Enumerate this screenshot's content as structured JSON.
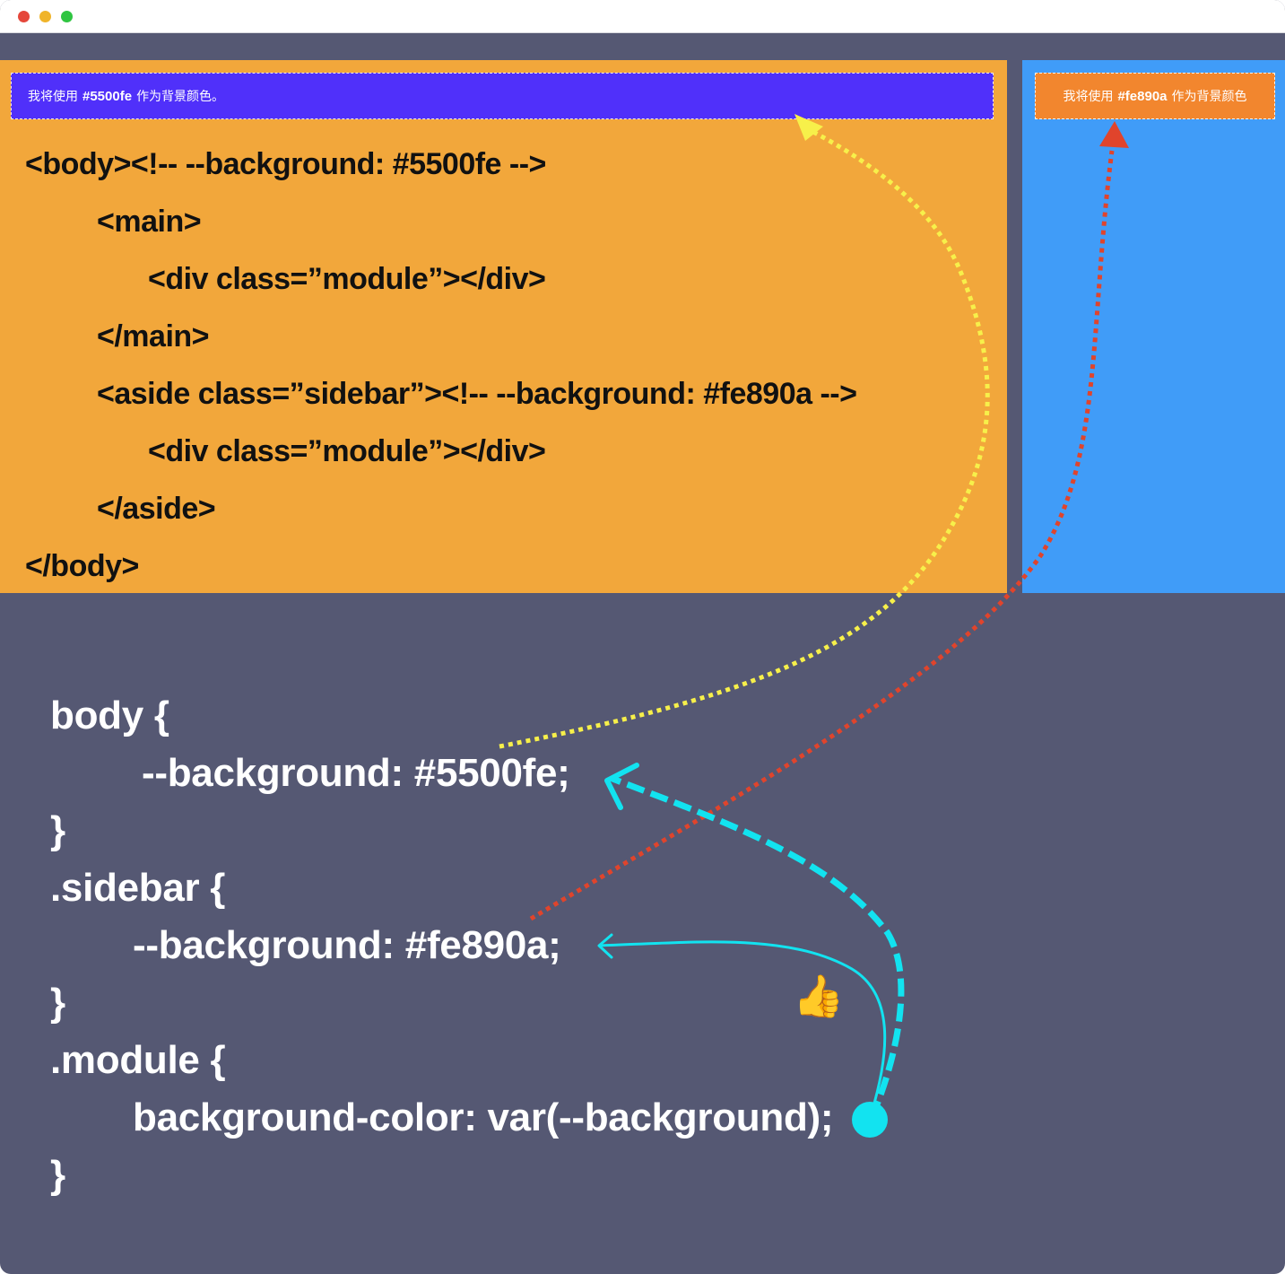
{
  "window": {
    "traffic_lights": [
      "#e5473b",
      "#f0b429",
      "#2fc541"
    ]
  },
  "colors": {
    "canvas": "#555873",
    "main_pane": "#f2a73b",
    "side_pane": "#409cf8",
    "module_main": "#5030fa",
    "module_side": "#f2862e",
    "arrow_yellow": "#f7f04a",
    "arrow_red": "#e0442c",
    "arrow_cyan": "#12e3f0"
  },
  "main_module": {
    "prefix": "我将使用",
    "color": "#5500fe",
    "suffix": "作为背景颜色。"
  },
  "side_module": {
    "prefix": "我将使用",
    "color": "#fe890a",
    "suffix": "作为背景颜色"
  },
  "html_code": [
    "<body><!--  --background: #5500fe -->",
    "<main>",
    "<div class=”module”></div>",
    "</main>",
    "<aside class=”sidebar”><!--  --background: #fe890a -->",
    "<div class=”module”></div>",
    "</aside>",
    "</body>"
  ],
  "css_code": [
    "body {",
    "--background: #5500fe;",
    "}",
    ".sidebar {",
    "--background: #fe890a;",
    "}",
    ".module {",
    "background-color: var(--background);",
    "}"
  ],
  "emoji": "👍"
}
